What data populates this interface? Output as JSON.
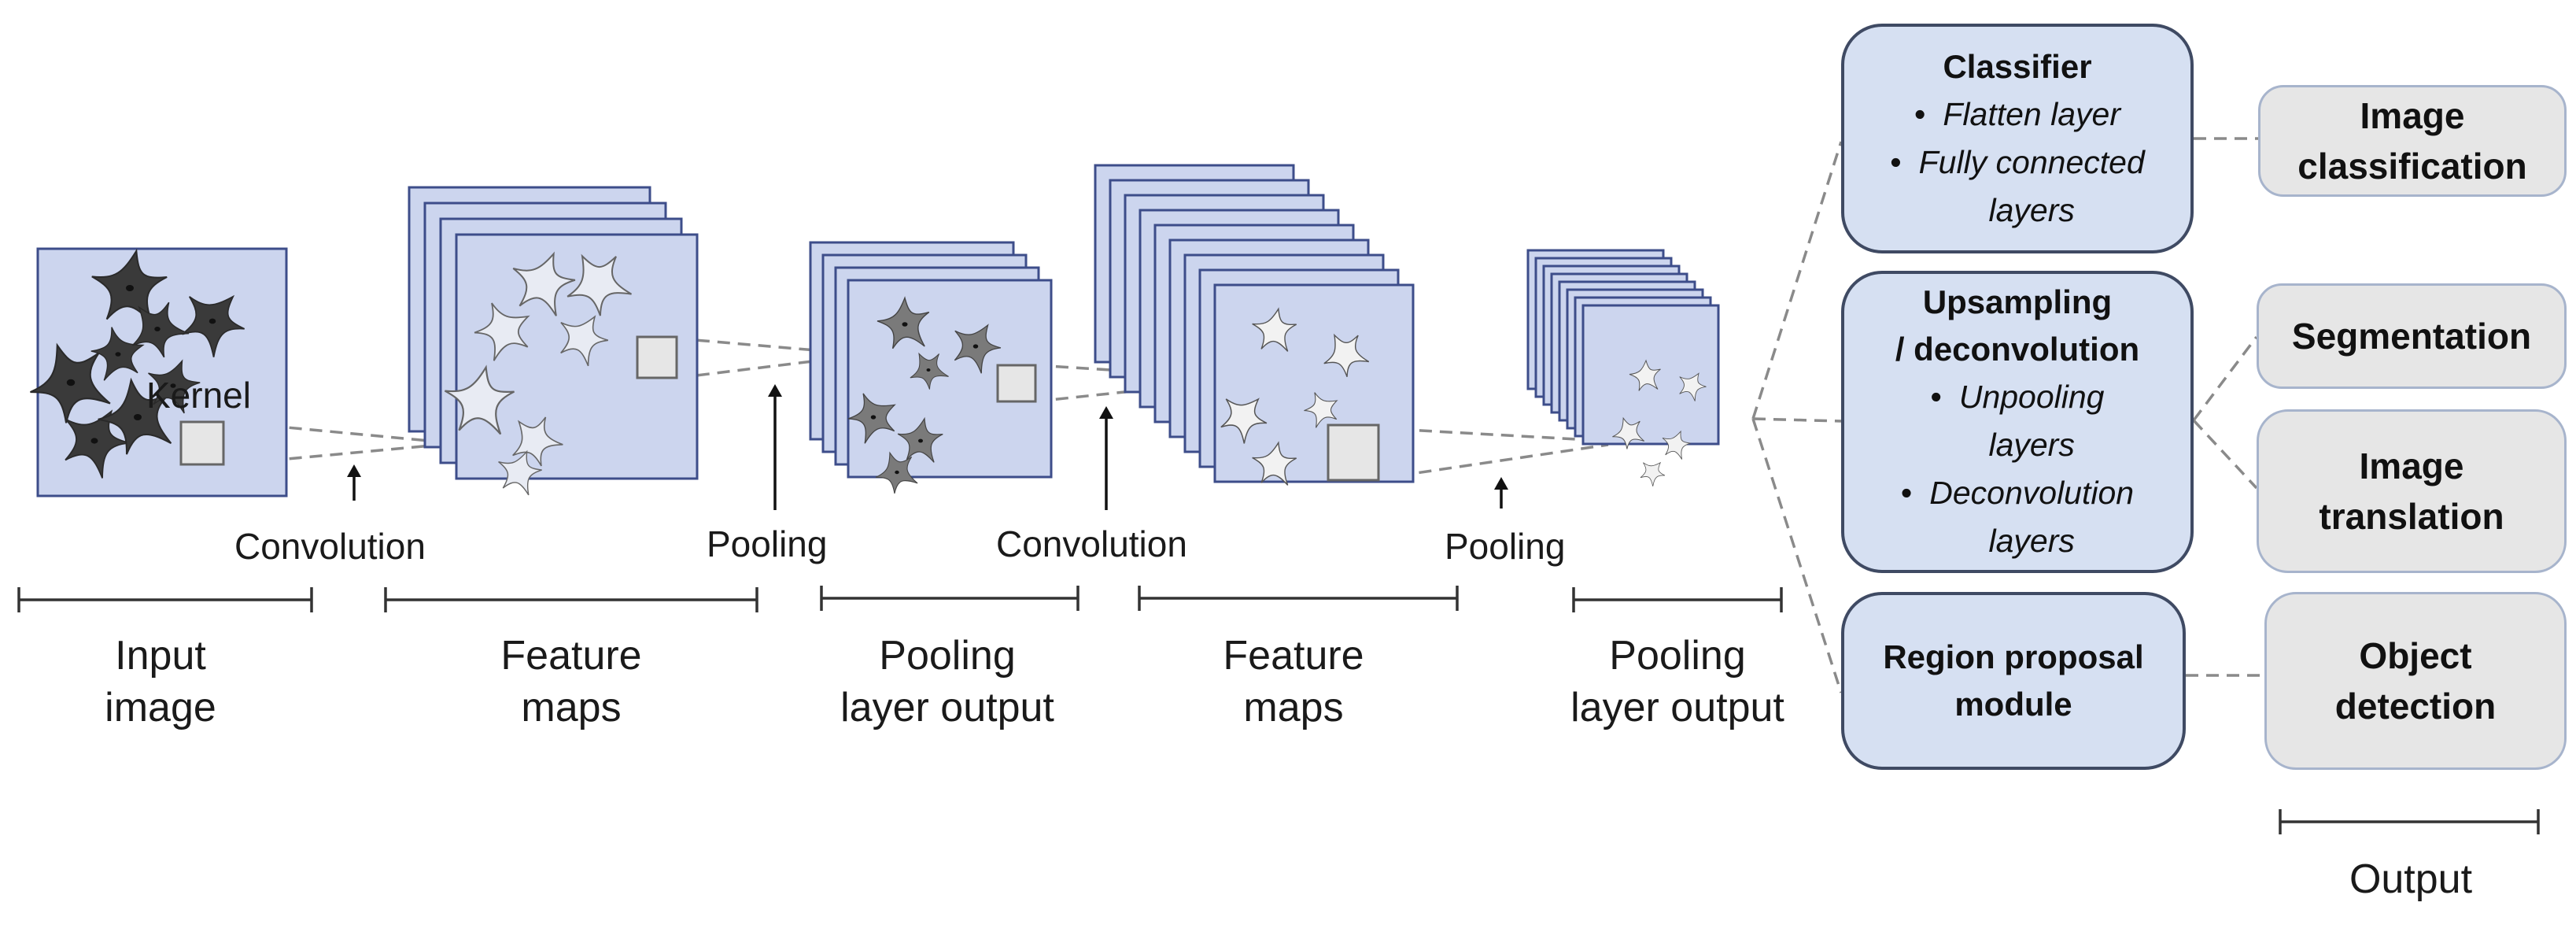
{
  "input": {
    "kernel_label": "Kernel"
  },
  "operations": [
    {
      "id": "conv1",
      "label": "Convolution"
    },
    {
      "id": "pool1",
      "label": "Pooling"
    },
    {
      "id": "conv2",
      "label": "Convolution"
    },
    {
      "id": "pool2",
      "label": "Pooling"
    }
  ],
  "stages": [
    {
      "id": "input-image",
      "label": "Input\nimage"
    },
    {
      "id": "feature-maps-1",
      "label": "Feature\nmaps"
    },
    {
      "id": "pooling-output-1",
      "label": "Pooling\nlayer output"
    },
    {
      "id": "feature-maps-2",
      "label": "Feature\nmaps"
    },
    {
      "id": "pooling-output-2",
      "label": "Pooling\nlayer output"
    },
    {
      "id": "output",
      "label": "Output"
    }
  ],
  "heads": {
    "classifier": {
      "title": "Classifier",
      "items": [
        "Flatten layer",
        "Fully connected\nlayers"
      ]
    },
    "upsampling": {
      "title": "Upsampling\n/ deconvolution",
      "items": [
        "Unpooling\nlayers",
        "Deconvolution\nlayers"
      ]
    },
    "region": {
      "title": "Region proposal\nmodule"
    }
  },
  "outputs": [
    {
      "id": "image-classification",
      "label": "Image\nclassification"
    },
    {
      "id": "segmentation",
      "label": "Segmentation"
    },
    {
      "id": "image-translation",
      "label": "Image\ntranslation"
    },
    {
      "id": "object-detection",
      "label": "Object\ndetection"
    }
  ],
  "colors": {
    "layer_fill": "#ccd5ee",
    "layer_stroke": "#3d4d8a",
    "head_fill": "#d6e0f2",
    "output_fill": "#e6e6e6",
    "connector": "#8a8a8a",
    "cell_dark": "#3a3a3a",
    "cell_mid": "#7a7a7a"
  }
}
